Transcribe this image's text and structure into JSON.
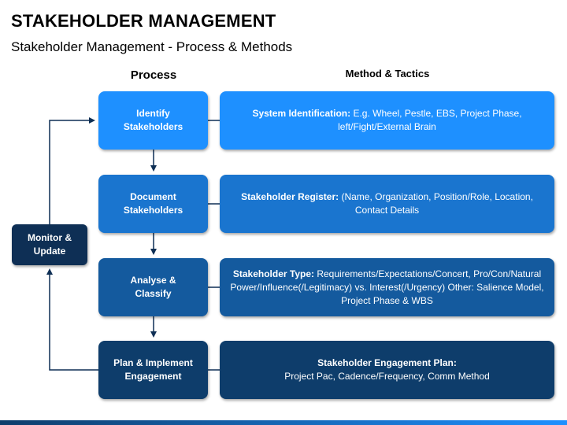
{
  "header": {
    "title": "STAKEHOLDER MANAGEMENT",
    "subtitle": "Stakeholder Management - Process & Methods"
  },
  "columns": {
    "process": "Process",
    "method": "Method & Tactics"
  },
  "monitor": {
    "line1": "Monitor &",
    "line2": "Update"
  },
  "steps": [
    {
      "process_line1": "Identify",
      "process_line2": "Stakeholders",
      "method_label": "System Identification:",
      "method_text": " E.g. Wheel, Pestle, EBS, Project Phase, left/Fight/External Brain"
    },
    {
      "process_line1": "Document",
      "process_line2": "Stakeholders",
      "method_label": "Stakeholder Register:",
      "method_text": " (Name, Organization, Position/Role, Location, Contact Details"
    },
    {
      "process_line1": "Analyse &",
      "process_line2": "Classify",
      "method_label": "Stakeholder Type:",
      "method_text": " Requirements/Expectations/Concert, Pro/Con/Natural Power/Influence(/Legitimacy) vs. Interest(/Urgency) Other: Salience Model, Project Phase & WBS"
    },
    {
      "process_line1": "Plan & Implement",
      "process_line2": "Engagement",
      "method_label": "Stakeholder Engagement Plan:",
      "method_text": "Project Pac, Cadence/Frequency, Comm Method"
    }
  ],
  "colors": {
    "step1": "#1e90ff",
    "step2": "#1a75cf",
    "step3": "#145a9e",
    "step4": "#0e3d6b",
    "monitor": "#0e2f55",
    "connector": "#0e2f55"
  }
}
